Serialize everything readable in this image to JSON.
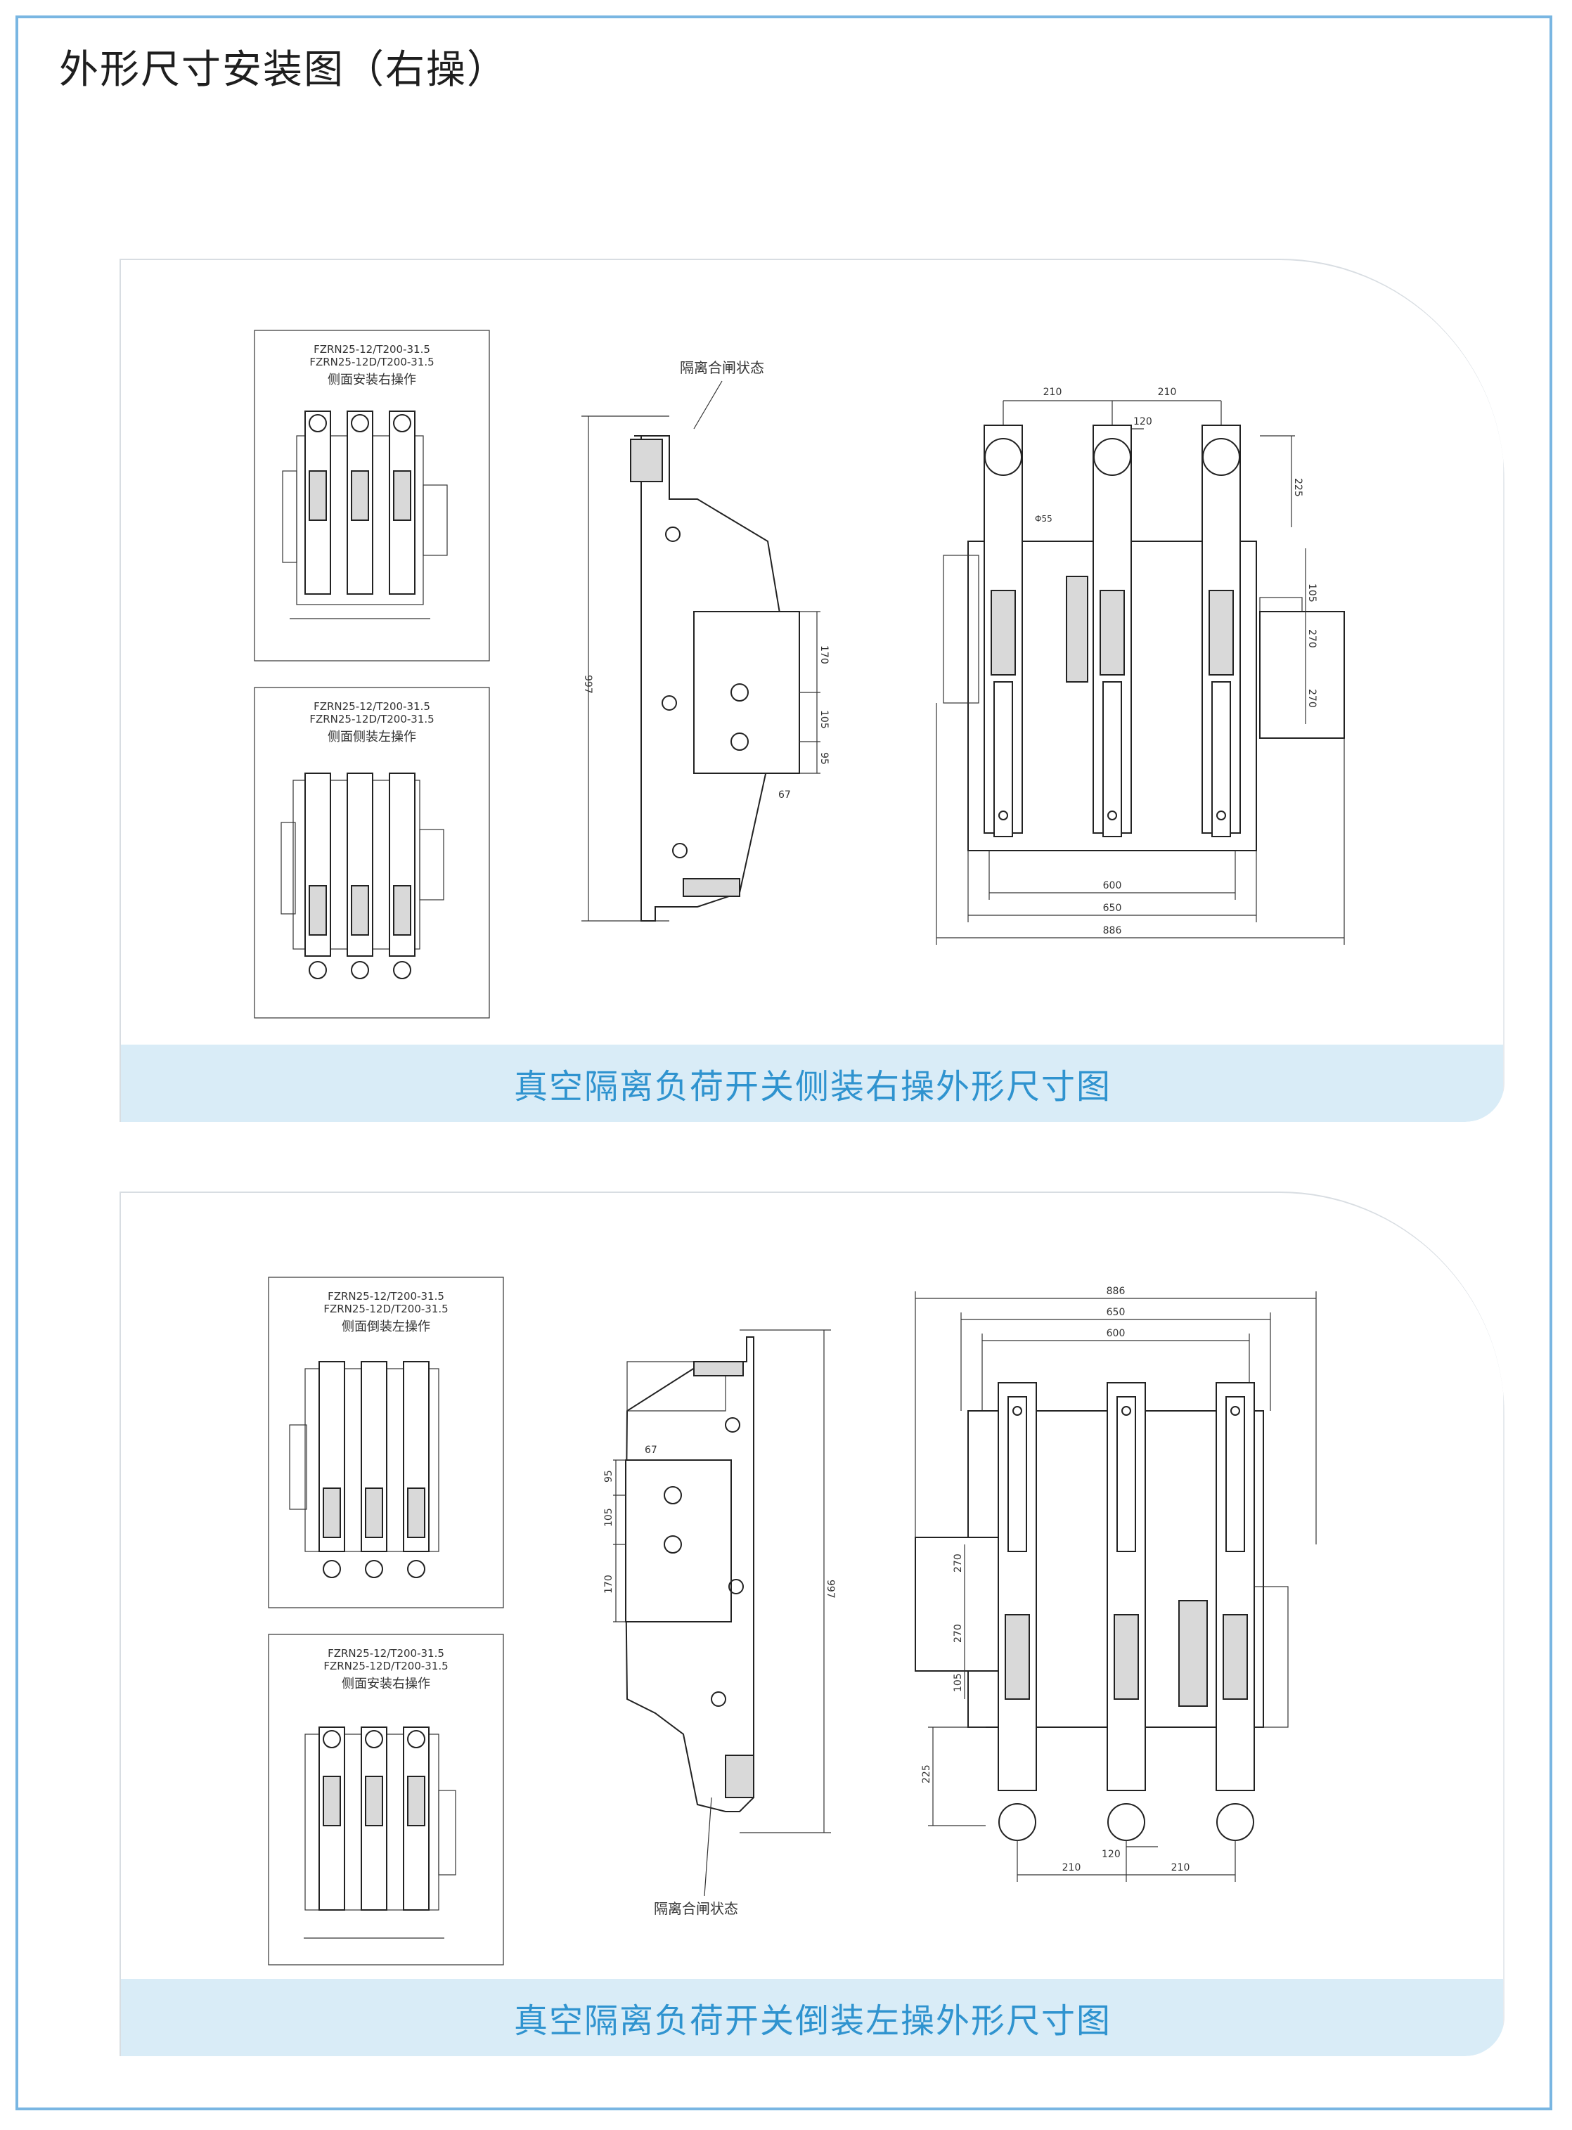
{
  "page": {
    "title": "外形尺寸安装图（右操）",
    "accent_color": "#2f93cf",
    "frame_color": "#79b6e2",
    "caption_bg": "#d9ecf7"
  },
  "panels": [
    {
      "caption": "真空隔离负荷开关侧装右操外形尺寸图",
      "thumbnails": [
        {
          "model_line1": "FZRN25-12/T200-31.5",
          "model_line2": "FZRN25-12D/T200-31.5",
          "label": "侧面安装右操作"
        },
        {
          "model_line1": "FZRN25-12/T200-31.5",
          "model_line2": "FZRN25-12D/T200-31.5",
          "label": "侧面侧装左操作"
        }
      ],
      "side_view": {
        "state_label": "隔离合闸状态",
        "dims": [
          "997",
          "170",
          "105",
          "95",
          "67"
        ]
      },
      "front_view": {
        "top_dims": [
          "210",
          "210",
          "120",
          "Φ55",
          "225"
        ],
        "right_dims": [
          "105",
          "270",
          "270"
        ],
        "bottom_dims": [
          "600",
          "650",
          "886"
        ]
      }
    },
    {
      "caption": "真空隔离负荷开关倒装左操外形尺寸图",
      "thumbnails": [
        {
          "model_line1": "FZRN25-12/T200-31.5",
          "model_line2": "FZRN25-12D/T200-31.5",
          "label": "侧面倒装左操作"
        },
        {
          "model_line1": "FZRN25-12/T200-31.5",
          "model_line2": "FZRN25-12D/T200-31.5",
          "label": "侧面安装右操作"
        }
      ],
      "side_view": {
        "state_label": "隔离合闸状态",
        "dims": [
          "997",
          "67",
          "95",
          "105",
          "170"
        ]
      },
      "front_view": {
        "top_dims": [
          "886",
          "650",
          "600"
        ],
        "left_dims": [
          "270",
          "270",
          "105",
          "225"
        ],
        "bottom_dims": [
          "120",
          "210",
          "210"
        ]
      }
    }
  ]
}
